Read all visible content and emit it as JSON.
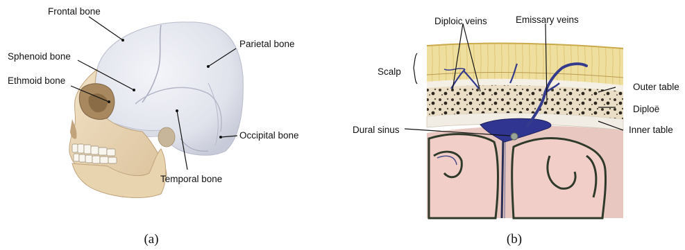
{
  "panel_a": {
    "caption": "(a)",
    "labels": {
      "frontal": "Frontal bone",
      "sphenoid": "Sphenoid bone",
      "ethmoid": "Ethmoid bone",
      "parietal": "Parietal bone",
      "occipital": "Occipital bone",
      "temporal": "Temporal bone"
    }
  },
  "panel_b": {
    "caption": "(b)",
    "labels": {
      "diploic_veins": "Diploic veins",
      "emissary_veins": "Emissary veins",
      "scalp": "Scalp",
      "outer_table": "Outer table",
      "diploe": "Diploë",
      "inner_table": "Inner table",
      "dural_sinus": "Dural sinus"
    }
  },
  "colors": {
    "skull_white": "#e4e6ee",
    "bone_beige": "#ead7b6",
    "scalp_yellow": "#eedc9a",
    "diploe_tan": "#e8dcc2",
    "vein_blue": "#343b8c",
    "brain_pink": "#f0c9c2"
  }
}
